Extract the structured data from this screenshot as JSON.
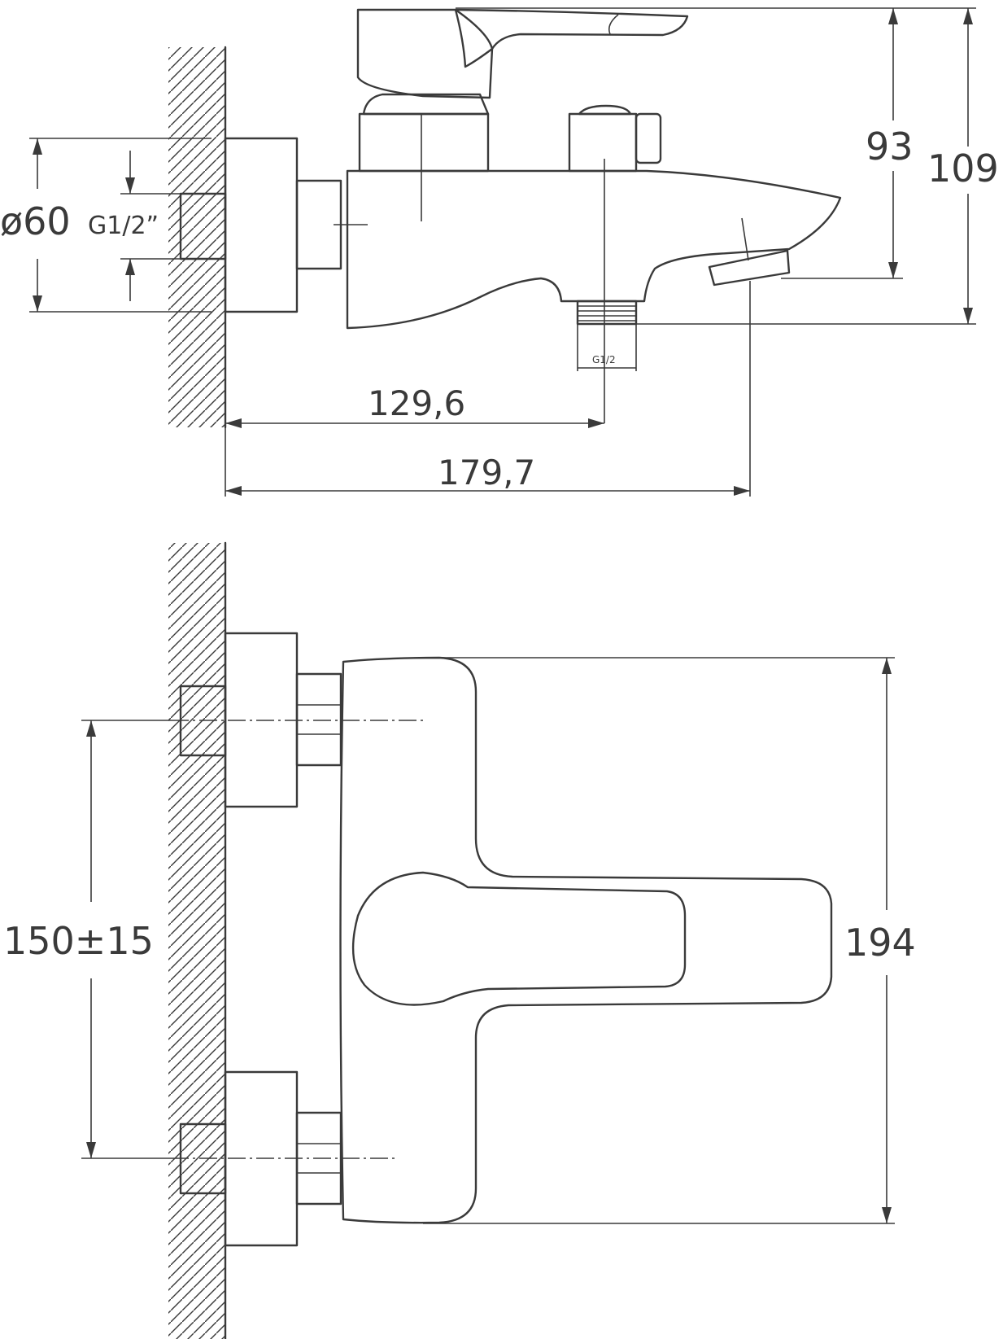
{
  "dimensions": {
    "diameter_60": "ø60",
    "thread_inlet": "G1/2”",
    "height_93": "93",
    "height_109": "109",
    "thread_outlet": "G1/2",
    "length_129_6": "129,6",
    "length_179_7": "179,7",
    "distance_150_15": "150±15",
    "width_194": "194"
  }
}
